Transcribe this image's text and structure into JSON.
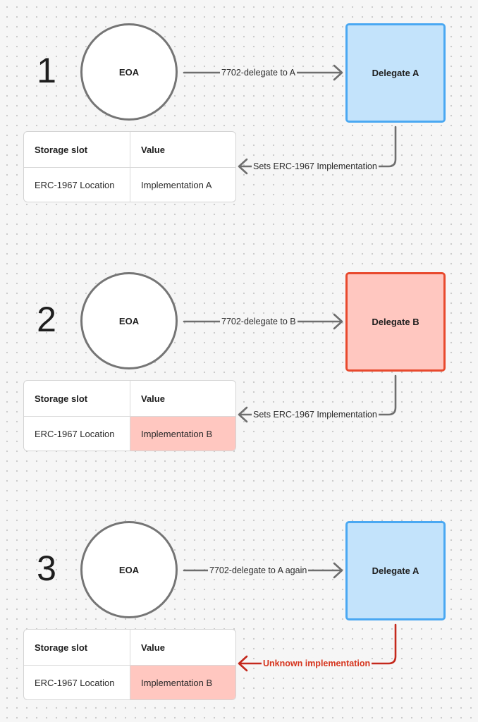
{
  "colors": {
    "blue_fill": "#c3e3fb",
    "blue_border": "#4aa8f2",
    "red_fill": "#ffc7c0",
    "red_border": "#e8492d",
    "arrow_gray": "#6e6e6e",
    "arrow_red": "#c4281c"
  },
  "steps": [
    {
      "number": "1",
      "eoa": "EOA",
      "delegate": "Delegate A",
      "delegate_color": "blue",
      "delegate_label": "7702-delegate to A",
      "return_label": "Sets ERC-1967 Implementation",
      "return_style": "normal",
      "table": {
        "headers": [
          "Storage slot",
          "Value"
        ],
        "row": [
          "ERC-1967 Location",
          "Implementation A"
        ],
        "value_highlighted": false
      }
    },
    {
      "number": "2",
      "eoa": "EOA",
      "delegate": "Delegate B",
      "delegate_color": "red",
      "delegate_label": "7702-delegate to B",
      "return_label": "Sets ERC-1967 Implementation",
      "return_style": "normal",
      "table": {
        "headers": [
          "Storage slot",
          "Value"
        ],
        "row": [
          "ERC-1967 Location",
          "Implementation B"
        ],
        "value_highlighted": true
      }
    },
    {
      "number": "3",
      "eoa": "EOA",
      "delegate": "Delegate A",
      "delegate_color": "blue",
      "delegate_label": "7702-delegate to A again",
      "return_label": "Unknown implementation",
      "return_style": "alert",
      "table": {
        "headers": [
          "Storage slot",
          "Value"
        ],
        "row": [
          "ERC-1967 Location",
          "Implementation B"
        ],
        "value_highlighted": true
      }
    }
  ]
}
